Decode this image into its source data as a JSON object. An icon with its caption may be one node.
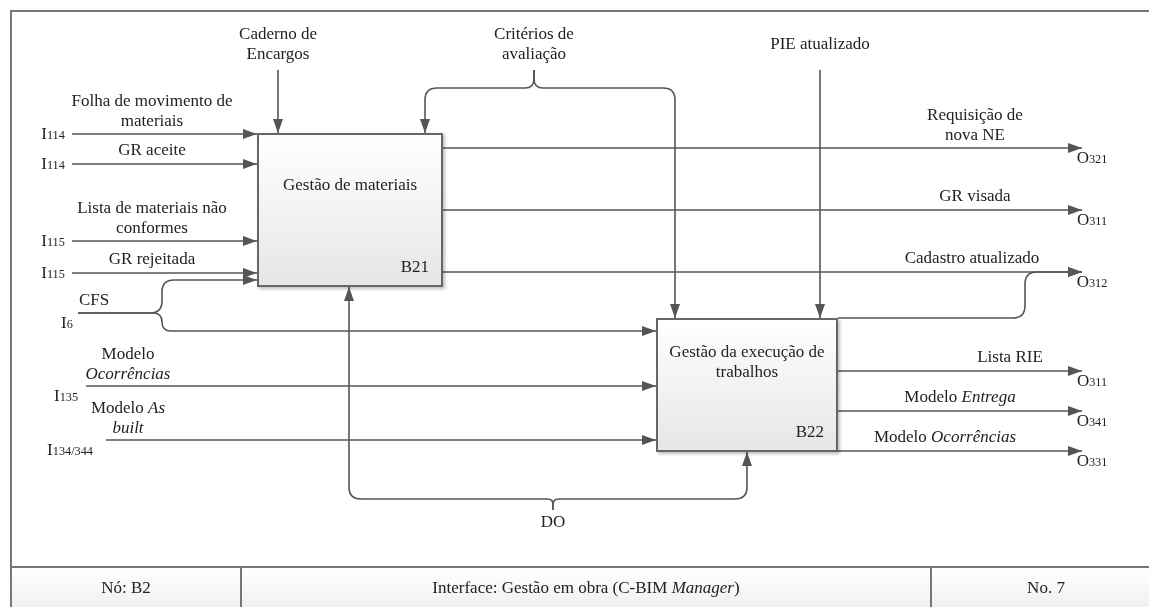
{
  "diagram": {
    "nodes": [
      {
        "text": [
          "Caderno de Encargos"
        ]
      },
      {
        "text": [
          "Critérios de avaliação"
        ]
      },
      {
        "text": [
          "PIE atualizado"
        ]
      },
      {
        "text": [
          "I$_{114}$"
        ]
      },
      {
        "text": [
          "I$_{114}$"
        ]
      },
      {
        "text": [
          "I$_{115}$"
        ]
      },
      {
        "text": [
          "I$_{115}$"
        ]
      },
      {
        "text": [
          "I$_{6}$"
        ]
      },
      {
        "text": [
          "I$_{135}$"
        ]
      },
      {
        "text": [
          "I$_{134/344}$"
        ]
      },
      {
        "text": [
          "Gestão de materiais",
          "B21"
        ]
      },
      {
        "text": [
          "Gestão da execução de trabalhos",
          "B22"
        ]
      },
      {
        "text": [
          "O$_{321}$"
        ]
      },
      {
        "text": [
          "O$_{311}$"
        ]
      },
      {
        "text": [
          "O$_{312}$"
        ]
      },
      {
        "text": [
          "O$_{311}$"
        ]
      },
      {
        "text": [
          "O$_{341}$"
        ]
      },
      {
        "text": [
          "O$_{331}$"
        ]
      },
      {
        "text": [
          "DO"
        ]
      }
    ],
    "edges": [
      {
        "from": 3,
        "to": 10,
        "arrow": "to",
        "label": "Folha de movimento de materiais"
      },
      {
        "from": 4,
        "to": 10,
        "arrow": "to",
        "label": "GR aceite"
      },
      {
        "from": 5,
        "to": 10,
        "arrow": "to",
        "label": "Lista de materiais não conformes"
      },
      {
        "from": 6,
        "to": 10,
        "arrow": "to",
        "label": "GR rejeitada"
      },
      {
        "from": 7,
        "to": 10,
        "arrow": "to",
        "label": "CFS"
      },
      {
        "from": 7,
        "to": 11,
        "arrow": "to"
      },
      {
        "from": 8,
        "to": 11,
        "arrow": "to",
        "label": "Modelo *Ocorrências*"
      },
      {
        "from": 9,
        "to": 11,
        "arrow": "to",
        "label": "Modelo *As built*"
      },
      {
        "from": 0,
        "to": 10,
        "arrow": "to"
      },
      {
        "from": 1,
        "to": 10,
        "arrow": "to"
      },
      {
        "from": 1,
        "to": 11,
        "arrow": "to"
      },
      {
        "from": 2,
        "to": 11,
        "arrow": "to"
      },
      {
        "from": 18,
        "to": 10,
        "arrow": "to"
      },
      {
        "from": 18,
        "to": 11,
        "arrow": "to"
      },
      {
        "from": 10,
        "to": 12,
        "arrow": "to",
        "label": "Requisição de nova NE"
      },
      {
        "from": 10,
        "to": 13,
        "arrow": "to",
        "label": "GR visada"
      },
      {
        "from": 10,
        "to": 14,
        "arrow": "to",
        "label": "Cadastro atualizado"
      },
      {
        "from": 11,
        "to": 14,
        "arrow": "to"
      },
      {
        "from": 11,
        "to": 15,
        "arrow": "to",
        "label": "Lista RIE"
      },
      {
        "from": 11,
        "to": 16,
        "arrow": "to",
        "label": "Modelo *Entrega*"
      },
      {
        "from": 11,
        "to": 17,
        "arrow": "to",
        "label": "Modelo *Ocorrências*"
      }
    ],
    "labels": [
      "Nó: B2",
      "Interface: Gestão em obra (C-BIM *Manager*)",
      "No. 7"
    ]
  }
}
